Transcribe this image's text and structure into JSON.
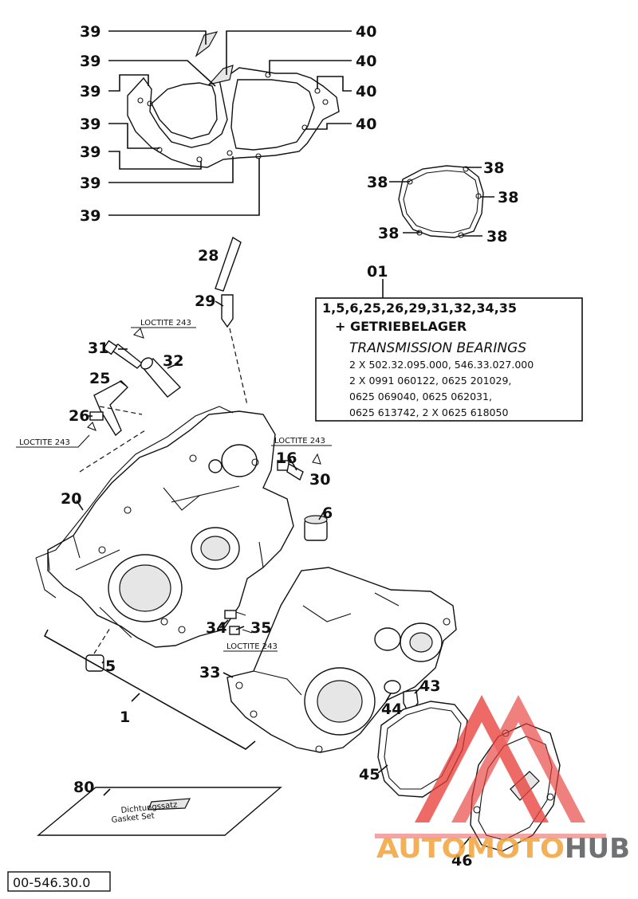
{
  "callouts": {
    "c39a": "39",
    "c39b": "39",
    "c39c": "39",
    "c39d": "39",
    "c39e": "39",
    "c39f": "39",
    "c39g": "39",
    "c40a": "40",
    "c40b": "40",
    "c40c": "40",
    "c40d": "40",
    "c38a": "38",
    "c38b": "38",
    "c38c": "38",
    "c38d": "38",
    "c38e": "38",
    "c28": "28",
    "c29": "29",
    "c01": "01",
    "c31": "31",
    "c32": "32",
    "c25": "25",
    "c26": "26",
    "c16": "16",
    "c30": "30",
    "c20": "20",
    "c6": "6",
    "c34": "34",
    "c35": "35",
    "c5": "5",
    "c33": "33",
    "c43": "43",
    "c44": "44",
    "c1": "1",
    "c45": "45",
    "c80": "80",
    "c46": "46"
  },
  "loctite": {
    "l1": "LOCTITE 243",
    "l2": "LOCTITE 243",
    "l3": "LOCTITE 243",
    "l4": "LOCTITE 243"
  },
  "kit_box": {
    "line1": "1,5,6,25,26,29,31,32,34,35",
    "line2": "+ GETRIEBELAGER",
    "line3": "TRANSMISSION BEARINGS",
    "line4": "2 X 502.32.095.000, 546.33.027.000",
    "line5": "2 X 0991 060122, 0625 201029,",
    "line6": "0625 069040, 0625 062031,",
    "line7": "0625 613742, 2 X 0625 618050"
  },
  "gasket_set_card": {
    "line1": "Dichtungssatz",
    "line2": "Gasket Set"
  },
  "drawing_number": "00-546.30.0",
  "watermark": {
    "part1": "AUTOMOTO",
    "part2": "HUB"
  },
  "colors": {
    "watermark_red": "#e8413c",
    "watermark_orange": "#f2a33a",
    "watermark_gray": "#58595b"
  }
}
